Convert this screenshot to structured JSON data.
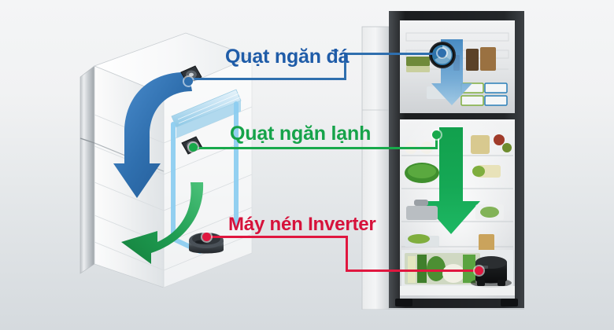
{
  "scene": {
    "background_top": "#f4f5f6",
    "background_bottom": "#d5dade"
  },
  "callouts": [
    {
      "id": "freezer-fan",
      "label": "Quạt ngăn đá",
      "color": "#1f5ca8",
      "line_color": "#2f6fae",
      "target_left": "freezer fan in wireframe fridge",
      "target_right": "freezer fan in photographed fridge"
    },
    {
      "id": "fridge-fan",
      "label": "Quạt ngăn lạnh",
      "color": "#16a34a",
      "line_color": "#18a94b",
      "target_left": "cooling fan in wireframe fridge",
      "target_right": "cooling fan in photographed fridge"
    },
    {
      "id": "compressor",
      "label": "Máy nén Inverter",
      "color": "#d6123b",
      "line_color": "#e0173f",
      "target_left": "compressor in wireframe fridge",
      "target_right": "compressor in photographed fridge"
    }
  ],
  "illustration": {
    "name": "wireframe-refrigerator-diagram",
    "airflow": [
      {
        "name": "freezer-airflow-arrow",
        "color": "#2f6fae",
        "direction": "curving-down"
      },
      {
        "name": "fridge-airflow-arrow",
        "color": "#1f9d52",
        "direction": "curving-down-left"
      }
    ],
    "parts": [
      {
        "name": "evaporator-coil",
        "color": "#9fd4ef"
      },
      {
        "name": "duct-pipes",
        "color": "#8dcef0"
      },
      {
        "name": "compressor-unit",
        "color": "#3a3f44"
      },
      {
        "name": "freezer-fan-unit",
        "color": "#3a3f44"
      },
      {
        "name": "fridge-fan-unit",
        "color": "#3a3f44"
      }
    ]
  },
  "photo": {
    "name": "two-door-refrigerator-photo",
    "compartments": [
      {
        "name": "freezer-compartment",
        "arrow_color": "#4a90c8",
        "fan_color": "#2f7fb5"
      },
      {
        "name": "fridge-compartment",
        "arrow_color": "#16a34a",
        "fan_color": "#1f9d52"
      },
      {
        "name": "crisper-compartment"
      }
    ],
    "compressor": {
      "name": "compressor-unit",
      "color": "#1c1c1e"
    }
  }
}
